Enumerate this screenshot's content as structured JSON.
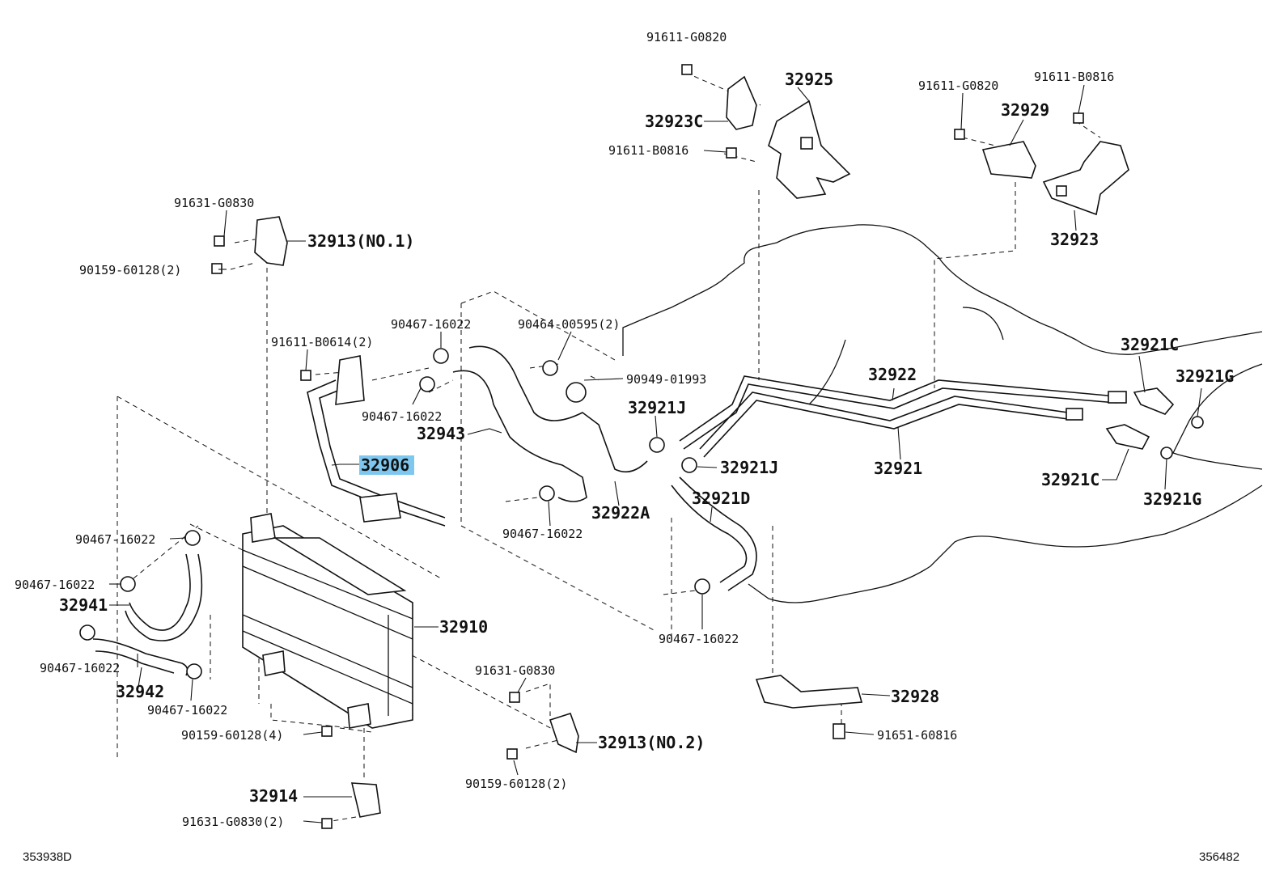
{
  "diagram": {
    "highlight_color": "#7ec8f0",
    "ink_color": "#111111",
    "callouts": [
      {
        "id": "c01",
        "text": "91611-G0820"
      },
      {
        "id": "c02",
        "text": "32925"
      },
      {
        "id": "c03",
        "text": "32923C"
      },
      {
        "id": "c04",
        "text": "91611-B0816"
      },
      {
        "id": "c05",
        "text": "91611-G0820"
      },
      {
        "id": "c06",
        "text": "91611-B0816"
      },
      {
        "id": "c07",
        "text": "32929"
      },
      {
        "id": "c08",
        "text": "32923"
      },
      {
        "id": "c09",
        "text": "91631-G0830"
      },
      {
        "id": "c10",
        "text": "32913(NO.1)"
      },
      {
        "id": "c11",
        "text": "90159-60128(2)"
      },
      {
        "id": "c12",
        "text": "90467-16022"
      },
      {
        "id": "c13",
        "text": "90464-00595(2)"
      },
      {
        "id": "c14",
        "text": "91611-B0614(2)"
      },
      {
        "id": "c15",
        "text": "90949-01993"
      },
      {
        "id": "c16",
        "text": "90467-16022"
      },
      {
        "id": "c17",
        "text": "32943"
      },
      {
        "id": "c18",
        "text": "32906"
      },
      {
        "id": "c19",
        "text": "32921J"
      },
      {
        "id": "c20",
        "text": "32922"
      },
      {
        "id": "c21",
        "text": "32921C"
      },
      {
        "id": "c22",
        "text": "32921G"
      },
      {
        "id": "c23",
        "text": "32921"
      },
      {
        "id": "c24",
        "text": "32921J"
      },
      {
        "id": "c25",
        "text": "32921C"
      },
      {
        "id": "c26",
        "text": "32921G"
      },
      {
        "id": "c27",
        "text": "32921D"
      },
      {
        "id": "c28",
        "text": "32922A"
      },
      {
        "id": "c29",
        "text": "90467-16022"
      },
      {
        "id": "c30",
        "text": "90467-16022"
      },
      {
        "id": "c31",
        "text": "90467-16022"
      },
      {
        "id": "c32",
        "text": "32941"
      },
      {
        "id": "c33",
        "text": "32910"
      },
      {
        "id": "c34",
        "text": "90467-16022"
      },
      {
        "id": "c35",
        "text": "90467-16022"
      },
      {
        "id": "c36",
        "text": "32942"
      },
      {
        "id": "c37",
        "text": "90467-16022"
      },
      {
        "id": "c38",
        "text": "91631-G0830"
      },
      {
        "id": "c39",
        "text": "32928"
      },
      {
        "id": "c40",
        "text": "90159-60128(4)"
      },
      {
        "id": "c41",
        "text": "32913(NO.2)"
      },
      {
        "id": "c42",
        "text": "91651-60816"
      },
      {
        "id": "c43",
        "text": "90159-60128(2)"
      },
      {
        "id": "c44",
        "text": "32914"
      },
      {
        "id": "c45",
        "text": "91631-G0830(2)"
      }
    ]
  },
  "footer": {
    "left_code": "353938D",
    "right_code": "356482"
  }
}
